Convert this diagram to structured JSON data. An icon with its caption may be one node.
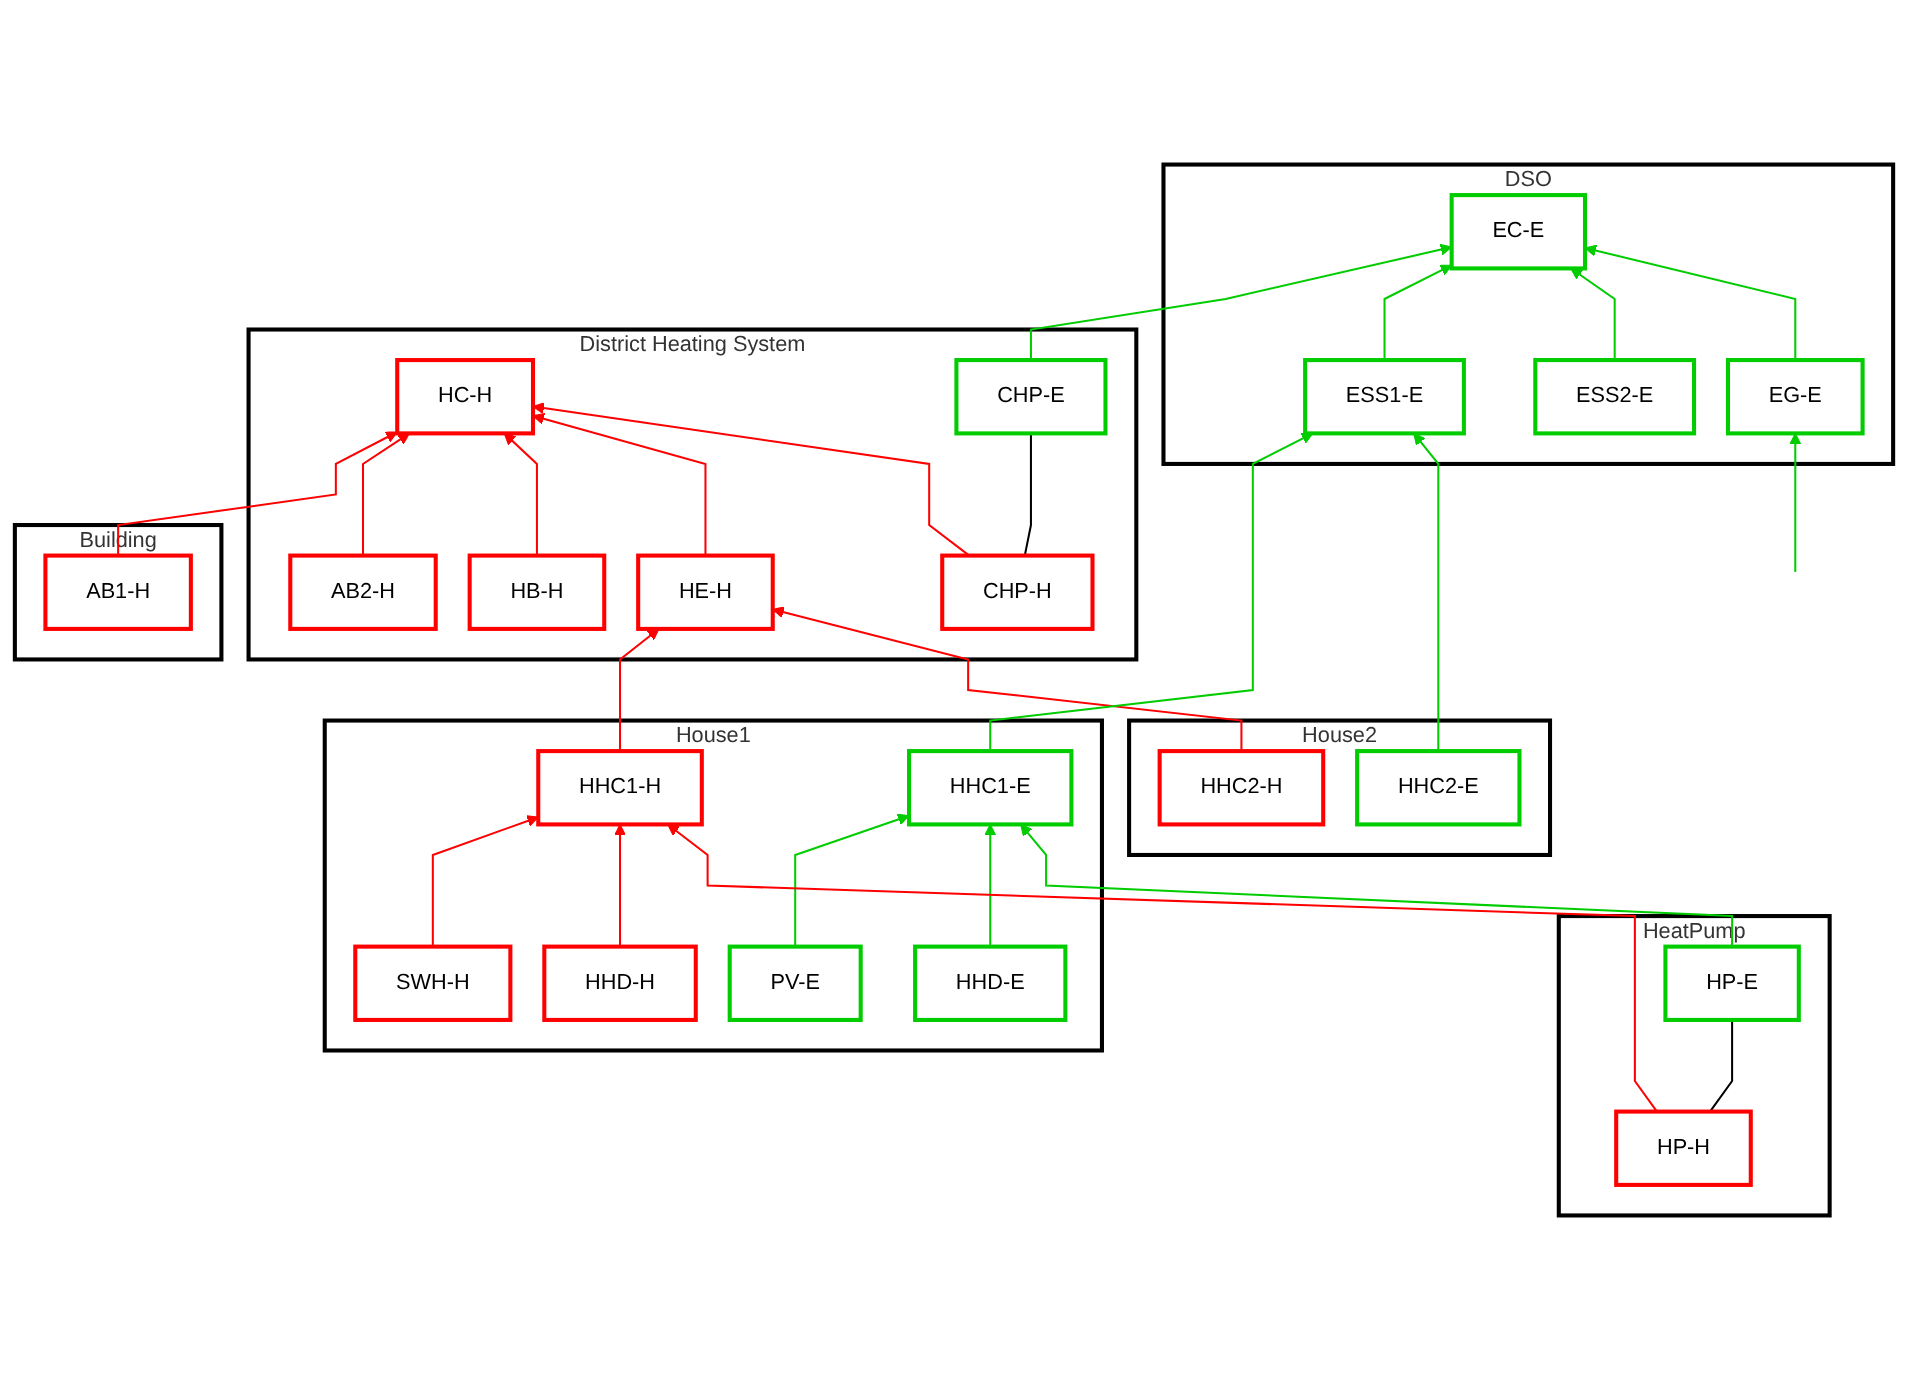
{
  "diagram": {
    "nodes": [
      {
        "text": [
          "Building"
        ]
      },
      {
        "text": [
          "AB1-H"
        ],
        "in": 0
      },
      {
        "text": [
          "District Heating System"
        ]
      },
      {
        "text": [
          "HC-H"
        ],
        "in": 2
      },
      {
        "text": [
          "AB2-H"
        ],
        "in": 2
      },
      {
        "text": [
          "HB-H"
        ],
        "in": 2
      },
      {
        "text": [
          "HE-H"
        ],
        "in": 2
      },
      {
        "text": [
          "CHP-H"
        ],
        "in": 2
      },
      {
        "text": [
          "CHP-E"
        ],
        "in": 2
      },
      {
        "text": [
          "DSO"
        ]
      },
      {
        "text": [
          "EC-E"
        ],
        "in": 9
      },
      {
        "text": [
          "ESS1-E"
        ],
        "in": 9
      },
      {
        "text": [
          "ESS2-E"
        ],
        "in": 9
      },
      {
        "text": [
          "EG-E"
        ],
        "in": 9
      },
      {
        "text": [
          "House1"
        ]
      },
      {
        "text": [
          "SWH-H"
        ],
        "in": 14
      },
      {
        "text": [
          "HHC1-H"
        ],
        "in": 14
      },
      {
        "text": [
          "HHC1-E"
        ],
        "in": 14
      },
      {
        "text": [
          "PV-E"
        ],
        "in": 14
      },
      {
        "text": [
          "HHD-H"
        ],
        "in": 14
      },
      {
        "text": [
          "HHD-E"
        ],
        "in": 14
      },
      {
        "text": [
          "House2"
        ]
      },
      {
        "text": [
          "HHC2-E"
        ],
        "in": 21
      },
      {
        "text": [
          "HHC2-H"
        ],
        "in": 21
      },
      {
        "text": [
          "HeatPump"
        ]
      },
      {
        "text": [
          "HP-H"
        ],
        "in": 24
      },
      {
        "text": [
          "HP-E"
        ],
        "in": 24
      }
    ],
    "edges": [
      {
        "from": 1,
        "to": 3,
        "arrow": "to",
        "color": "#ff0000"
      },
      {
        "from": 4,
        "to": 3,
        "arrow": "to",
        "color": "#ff0000"
      },
      {
        "from": 5,
        "to": 3,
        "arrow": "to",
        "color": "#ff0000"
      },
      {
        "from": 6,
        "to": 3,
        "arrow": "to",
        "color": "#ff0000"
      },
      {
        "from": 7,
        "to": 3,
        "arrow": "to",
        "color": "#ff0000"
      },
      {
        "from": 7,
        "to": 8,
        "arrow": "none",
        "color": "#000000"
      },
      {
        "from": 8,
        "to": 10,
        "arrow": "to",
        "color": "#00cc00"
      },
      {
        "from": 11,
        "to": 10,
        "arrow": "to",
        "color": "#00cc00"
      },
      {
        "from": 12,
        "to": 10,
        "arrow": "to",
        "color": "#00cc00"
      },
      {
        "from": 13,
        "to": 10,
        "arrow": "to",
        "color": "#00cc00"
      },
      {
        "from": 16,
        "to": 6,
        "arrow": "to",
        "color": "#ff0000"
      },
      {
        "from": 23,
        "to": 6,
        "arrow": "to",
        "color": "#ff0000"
      },
      {
        "from": 17,
        "to": 11,
        "arrow": "to",
        "color": "#00cc00"
      },
      {
        "from": 22,
        "to": 11,
        "arrow": "to",
        "color": "#00cc00"
      },
      {
        "from": null,
        "to": 13,
        "arrow": "to",
        "color": "#00cc00"
      },
      {
        "from": 15,
        "to": 16,
        "arrow": "to",
        "color": "#ff0000"
      },
      {
        "from": 19,
        "to": 16,
        "arrow": "to",
        "color": "#ff0000"
      },
      {
        "from": 18,
        "to": 17,
        "arrow": "to",
        "color": "#00cc00"
      },
      {
        "from": 20,
        "to": 17,
        "arrow": "to",
        "color": "#00cc00"
      },
      {
        "from": 25,
        "to": 16,
        "arrow": "to",
        "color": "#ff0000"
      },
      {
        "from": 26,
        "to": 17,
        "arrow": "to",
        "color": "#00cc00"
      },
      {
        "from": 25,
        "to": 26,
        "arrow": "none",
        "color": "#000000"
      }
    ]
  }
}
